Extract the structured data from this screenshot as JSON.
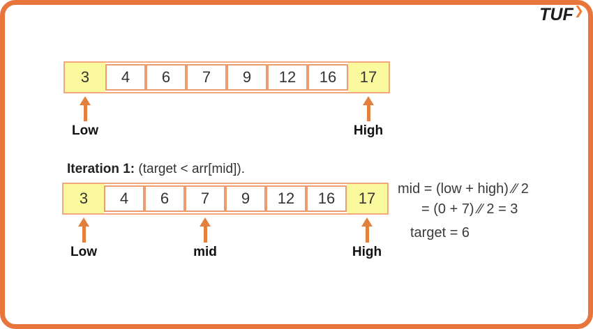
{
  "colors": {
    "frame_border": "#E8763C",
    "row_border": "#F2A87C",
    "cell_border": "#EE9C6D",
    "highlight_yellow": "#FBF99E",
    "arrow_orange": "#E2813D",
    "accent_orange": "#F07F33"
  },
  "logo": {
    "text": "TUF",
    "chevron": "❯"
  },
  "iteration": {
    "title": "Iteration 1:",
    "condition": " (target < arr[mid])."
  },
  "arrays": [
    {
      "name": "initial-array",
      "values": [
        "3",
        "4",
        "6",
        "7",
        "9",
        "12",
        "16",
        "17"
      ],
      "highlighted": [
        0,
        7
      ],
      "pointers": [
        {
          "label": "Low",
          "index": 0
        },
        {
          "label": "High",
          "index": 7
        }
      ]
    },
    {
      "name": "iteration-1-array",
      "values": [
        "3",
        "4",
        "6",
        "7",
        "9",
        "12",
        "16",
        "17"
      ],
      "highlighted": [
        0,
        7
      ],
      "pointers": [
        {
          "label": "Low",
          "index": 0
        },
        {
          "label": "mid",
          "index": 3
        },
        {
          "label": "High",
          "index": 7
        }
      ]
    }
  ],
  "calc": {
    "lines": [
      "mid = (low + high) ∕∕ 2",
      "= (0 + 7) ∕∕ 2 = 3",
      "target = 6"
    ]
  }
}
